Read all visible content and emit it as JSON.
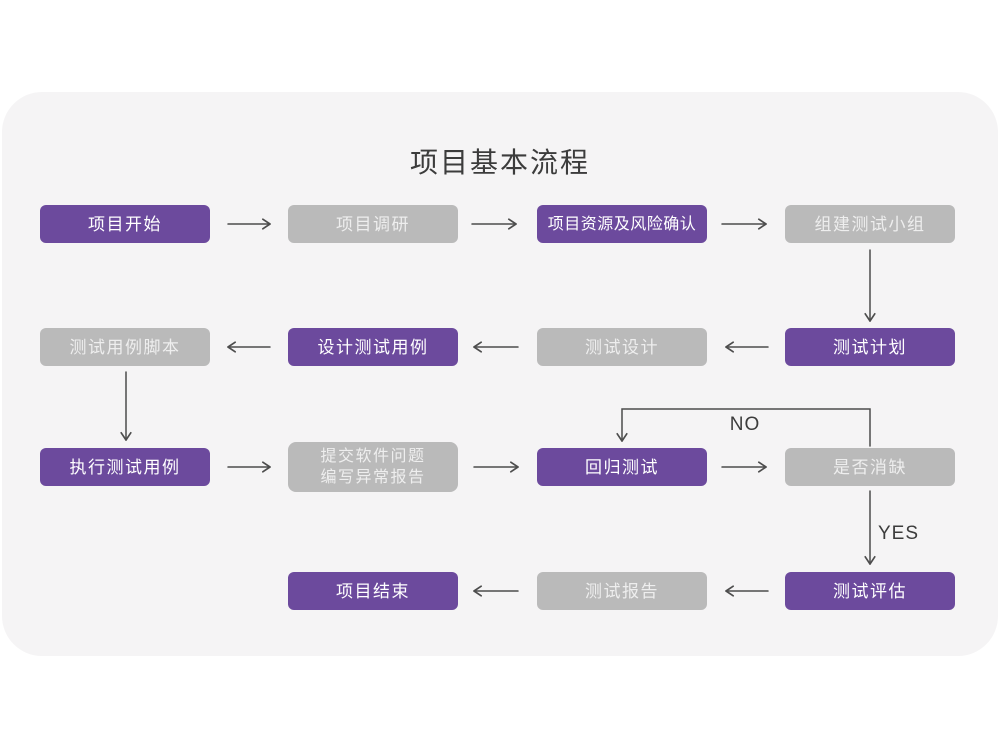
{
  "title": "项目基本流程",
  "colors": {
    "purple_node": "#6c4a9d",
    "gray_node": "#bababa",
    "node_text": "#ffffff",
    "arrow": "#4d4d4d",
    "card_background": "#f5f4f5",
    "page_background": "#ffffff",
    "title_text": "#3c3c3c"
  },
  "nodes": [
    {
      "id": "project-start",
      "label": "项目开始",
      "variant": "purple"
    },
    {
      "id": "project-research",
      "label": "项目调研",
      "variant": "gray"
    },
    {
      "id": "project-resources-risk",
      "label": "项目资源及风险确认",
      "variant": "purple"
    },
    {
      "id": "build-test-team",
      "label": "组建测试小组",
      "variant": "gray"
    },
    {
      "id": "test-case-script",
      "label": "测试用例脚本",
      "variant": "gray"
    },
    {
      "id": "design-test-case",
      "label": "设计测试用例",
      "variant": "purple"
    },
    {
      "id": "test-design",
      "label": "测试设计",
      "variant": "gray"
    },
    {
      "id": "test-plan",
      "label": "测试计划",
      "variant": "purple"
    },
    {
      "id": "execute-test-case",
      "label": "执行测试用例",
      "variant": "purple"
    },
    {
      "id": "submit-issue-report",
      "label_line1": "提交软件问题",
      "label_line2": "编写异常报告",
      "variant": "gray"
    },
    {
      "id": "regression-test",
      "label": "回归测试",
      "variant": "purple"
    },
    {
      "id": "defect-cleared",
      "label": "是否消缺",
      "variant": "gray"
    },
    {
      "id": "test-evaluation",
      "label": "测试评估",
      "variant": "purple"
    },
    {
      "id": "test-report",
      "label": "测试报告",
      "variant": "gray"
    },
    {
      "id": "project-end",
      "label": "项目结束",
      "variant": "purple"
    }
  ],
  "edge_labels": {
    "no": "NO",
    "yes": "YES"
  },
  "edges": [
    {
      "from": "project-start",
      "to": "project-research"
    },
    {
      "from": "project-research",
      "to": "project-resources-risk"
    },
    {
      "from": "project-resources-risk",
      "to": "build-test-team"
    },
    {
      "from": "build-test-team",
      "to": "test-plan"
    },
    {
      "from": "test-plan",
      "to": "test-design"
    },
    {
      "from": "test-design",
      "to": "design-test-case"
    },
    {
      "from": "design-test-case",
      "to": "test-case-script"
    },
    {
      "from": "test-case-script",
      "to": "execute-test-case"
    },
    {
      "from": "execute-test-case",
      "to": "submit-issue-report"
    },
    {
      "from": "submit-issue-report",
      "to": "regression-test"
    },
    {
      "from": "regression-test",
      "to": "defect-cleared"
    },
    {
      "from": "defect-cleared",
      "to": "regression-test",
      "label": "NO"
    },
    {
      "from": "defect-cleared",
      "to": "test-evaluation",
      "label": "YES"
    },
    {
      "from": "test-evaluation",
      "to": "test-report"
    },
    {
      "from": "test-report",
      "to": "project-end"
    }
  ]
}
